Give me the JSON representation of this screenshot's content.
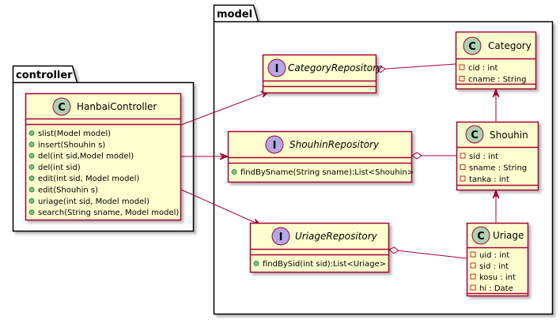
{
  "packages": {
    "model": {
      "title": "model"
    },
    "controller": {
      "title": "controller"
    }
  },
  "colors": {
    "class_fill": "#FEFECE",
    "border": "#A80036",
    "class_badge": "#ADD1B2",
    "interface_badge": "#B4A7E5",
    "package_shadow": "#777777",
    "method_dot": "#84BE84",
    "field_box": "#C82930"
  },
  "classes": {
    "hanbai": {
      "kind": "class",
      "badge": "C",
      "name": "HanbaiController",
      "fields": [],
      "methods": [
        "slist(Model model)",
        "insert(Shouhin s)",
        "del(int sid,Model model)",
        "del(int sid)",
        "edit(int sid, Model model)",
        "edit(Shouhin s)",
        "uriage(int sid, Model model)",
        "search(String sname, Model model)"
      ]
    },
    "categoryRepo": {
      "kind": "interface",
      "badge": "I",
      "name": "CategoryRepository",
      "fields": [],
      "methods": []
    },
    "shouhinRepo": {
      "kind": "interface",
      "badge": "I",
      "name": "ShouhinRepository",
      "fields": [],
      "methods": [
        "findBySname(String sname):List<Shouhin>"
      ]
    },
    "uriageRepo": {
      "kind": "interface",
      "badge": "I",
      "name": "UriageRepository",
      "fields": [],
      "methods": [
        "findBySid(int sid):List<Uriage>"
      ]
    },
    "category": {
      "kind": "class",
      "badge": "C",
      "name": "Category",
      "fields": [
        "cid : int",
        "cname : String"
      ],
      "methods": []
    },
    "shouhin": {
      "kind": "class",
      "badge": "C",
      "name": "Shouhin",
      "fields": [
        "sid : int",
        "sname : String",
        "tanka : int"
      ],
      "methods": []
    },
    "uriage": {
      "kind": "class",
      "badge": "C",
      "name": "Uriage",
      "fields": [
        "uid : int",
        "sid : int",
        "kosu : int",
        "hi : Date"
      ],
      "methods": []
    }
  },
  "relations": [
    {
      "from": "hanbai",
      "to": "categoryRepo",
      "type": "association"
    },
    {
      "from": "hanbai",
      "to": "shouhinRepo",
      "type": "association"
    },
    {
      "from": "hanbai",
      "to": "uriageRepo",
      "type": "association"
    },
    {
      "from": "categoryRepo",
      "to": "category",
      "type": "aggregation"
    },
    {
      "from": "shouhinRepo",
      "to": "shouhin",
      "type": "aggregation"
    },
    {
      "from": "uriageRepo",
      "to": "uriage",
      "type": "aggregation"
    },
    {
      "from": "shouhin",
      "to": "category",
      "type": "association"
    },
    {
      "from": "uriage",
      "to": "shouhin",
      "type": "association"
    }
  ]
}
